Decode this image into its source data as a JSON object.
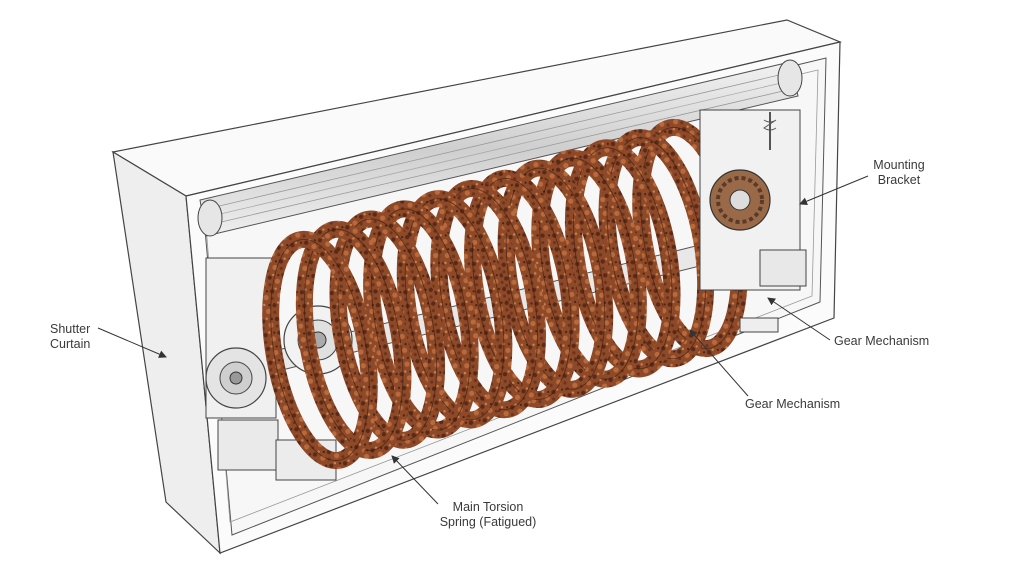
{
  "colors": {
    "housing_fill": "#fbfbfb",
    "housing_side": "#eeeeee",
    "outline": "#444444",
    "rust_dark": "#5a2a18",
    "rust_mid": "#8e4a28",
    "rust_light": "#b86a3c",
    "metal": "#dcdcdc"
  },
  "labels": {
    "shutter_curtain": {
      "line1": "Shutter",
      "line2": "Curtain"
    },
    "mounting_bracket": {
      "line1": "Mounting",
      "line2": "Bracket"
    },
    "gear_mechanism_right": "Gear Mechanism",
    "gear_mechanism_center": "Gear Mechanism",
    "main_spring": {
      "line1": "Main Torsion",
      "line2": "Spring (Fatigued)"
    }
  },
  "icons": [
    "torsion-spring-illustration",
    "gear-icon",
    "roller-drum-icon"
  ]
}
